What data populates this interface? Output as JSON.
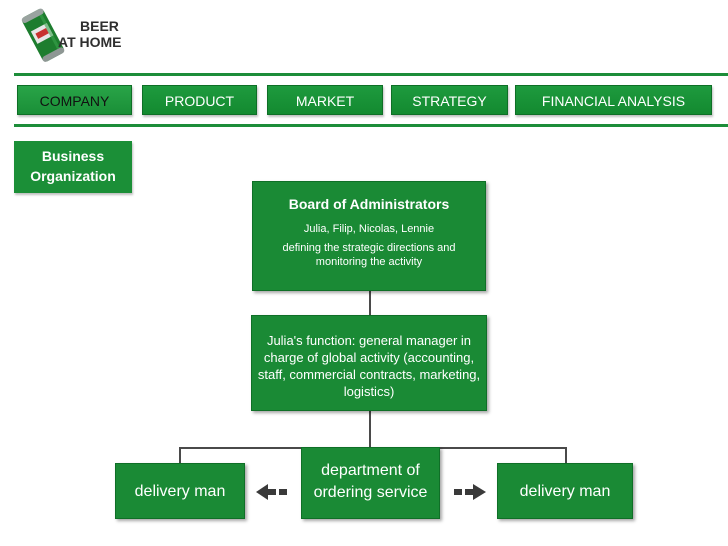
{
  "logo": {
    "line1": "BEER",
    "line2": "AT HOME"
  },
  "nav": [
    {
      "label": "COMPANY",
      "active": true
    },
    {
      "label": "PRODUCT",
      "active": false
    },
    {
      "label": "MARKET",
      "active": false
    },
    {
      "label": "STRATEGY",
      "active": false
    },
    {
      "label": "FINANCIAL ANALYSIS",
      "active": false
    }
  ],
  "section": {
    "line1": "Business",
    "line2": "Organization"
  },
  "diagram": {
    "board": {
      "title": "Board of Administrators",
      "names": "Julia, Filip, Nicolas, Lennie",
      "desc": "defining the strategic directions and monitoring  the activity"
    },
    "manager": "Julia's function: general manager in charge of  global activity (accounting, staff, commercial contracts, marketing, logistics)",
    "department": {
      "line1": "department of",
      "line2": "ordering service"
    },
    "delivery_left": "delivery man",
    "delivery_right": "delivery man"
  },
  "colors": {
    "accent": "#1a8a35",
    "accent_dark": "#0f6f27",
    "text_on_accent": "#ffffff"
  },
  "icons": {
    "logo": "beer-can-icon",
    "arrow_left": "arrow-left-icon",
    "arrow_right": "arrow-right-icon"
  }
}
